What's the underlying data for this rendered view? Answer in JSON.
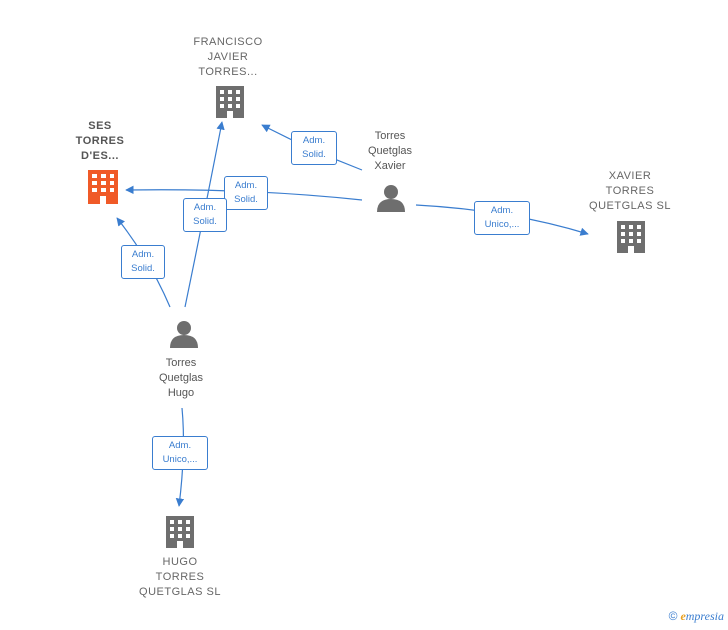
{
  "colors": {
    "edge": "#3a7dcf",
    "company": "#6e6e6e",
    "main_company": "#f05a28",
    "person": "#6e6e6e"
  },
  "nodes": {
    "francisco": {
      "label": "FRANCISCO\nJAVIER\nTORRES...",
      "icon": "building-icon"
    },
    "ses_torres": {
      "label": "SES\nTORRES\nD'ES...",
      "icon": "building-icon"
    },
    "xavier_torres_sl": {
      "label": "XAVIER\nTORRES\nQUETGLAS  SL",
      "icon": "building-icon"
    },
    "hugo_torres_sl": {
      "label": "HUGO\nTORRES\nQUETGLAS  SL",
      "icon": "building-icon"
    },
    "person_xavier": {
      "label": "Torres\nQuetglas\nXavier",
      "icon": "person-icon"
    },
    "person_hugo": {
      "label": "Torres\nQuetglas\nHugo",
      "icon": "person-icon"
    }
  },
  "edges": [
    {
      "id": "xavier-francisco",
      "label": "Adm.\nSolid."
    },
    {
      "id": "xavier-ses",
      "label": "Adm.\nSolid."
    },
    {
      "id": "xavier-xaviersl",
      "label": "Adm.\nUnico,..."
    },
    {
      "id": "hugo-francisco",
      "label": "Adm.\nSolid."
    },
    {
      "id": "hugo-ses",
      "label": "Adm.\nSolid."
    },
    {
      "id": "hugo-hugosl",
      "label": "Adm.\nUnico,..."
    }
  ],
  "brand": {
    "copyright": "©",
    "name_initial": "e",
    "name_rest": "mpresia"
  }
}
